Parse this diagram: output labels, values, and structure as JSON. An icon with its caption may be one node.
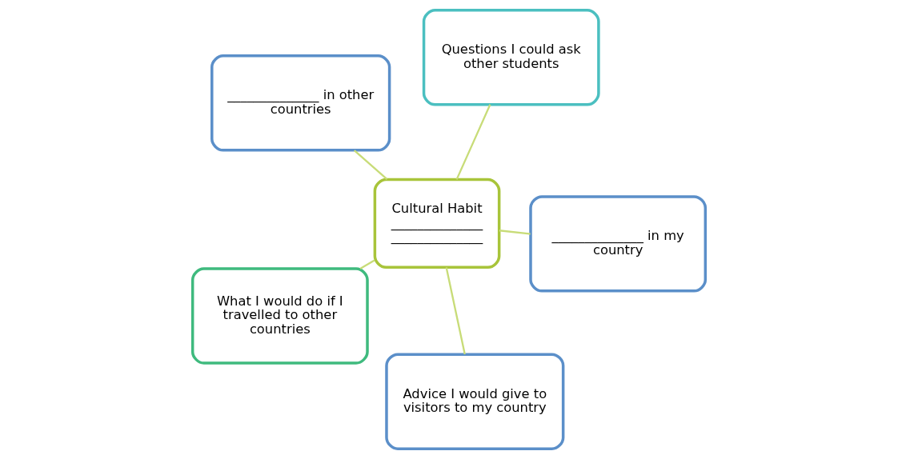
{
  "diagram": {
    "nodes": [
      {
        "text": [
          "______________ in other countries"
        ]
      },
      {
        "text": [
          "______________ in my country"
        ]
      },
      {
        "text": [
          "Advice I would give to visitors to my country"
        ]
      },
      {
        "text": [
          "Cultural Habit",
          "______________",
          "______________"
        ]
      },
      {
        "text": [
          "Questions I could ask other students"
        ]
      },
      {
        "text": [
          "What I would do if I travelled to other countries"
        ]
      }
    ],
    "edges": [
      {
        "from": 3,
        "to": 0,
        "arrow": "none"
      },
      {
        "from": 3,
        "to": 1,
        "arrow": "none"
      },
      {
        "from": 3,
        "to": 2,
        "arrow": "none"
      },
      {
        "from": 3,
        "to": 4,
        "arrow": "none"
      },
      {
        "from": 3,
        "to": 5,
        "arrow": "none"
      }
    ]
  }
}
